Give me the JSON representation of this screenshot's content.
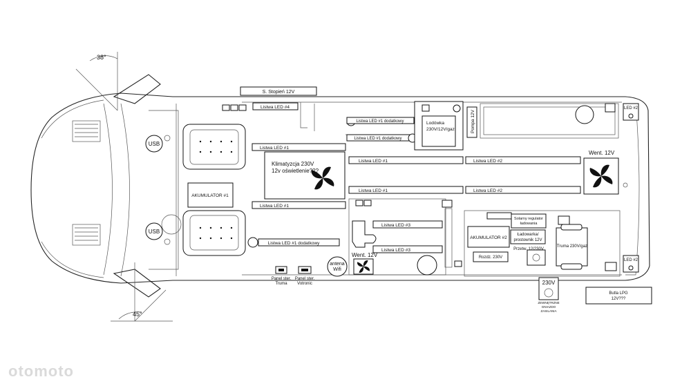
{
  "labels": {
    "stopien": "S. Stopień 12V",
    "led4": "Listwa LED #4",
    "led1_dod_top1": "Listwa LED #1 dodatkowy",
    "led1_dod_top2": "Listwa LED #1 dodatkowy",
    "led1_a": "Listwa LED #1",
    "led1_b": "Listwa LED #1",
    "led1_c": "Listwa LED #1",
    "led1_d": "Listwa LED #1",
    "led2_a": "Listwa LED #2",
    "led2_b": "Listwa LED #2",
    "led3_a": "Listwa LED #3",
    "led3_b": "Listwa LED #3",
    "led1_dod_bottom": "Listwa LED #1 dodatkowy",
    "klima_line1": "Klimatyzcja 230V",
    "klima_line2": "12v oświetlenie???",
    "lodowka_line1": "Lodówka",
    "lodowka_line2": "230V/12V/gaz",
    "pompa": "Pompa 12V",
    "went_right": "Went. 12V",
    "went_bottom": "Went. 12V",
    "akumulator1": "AKUMULATOR #1",
    "akumulator2": "AKUMULATOR #2",
    "usb1": "USB",
    "usb2": "USB",
    "antena_line1": "antena",
    "antena_line2": "Wifi",
    "panel_truma_line1": "Panel ster.",
    "panel_truma_line2": "Truma",
    "panel_votronic_line1": "Panel ster.",
    "panel_votronic_line2": "Votronic",
    "solar_line1": "Solarny regulator",
    "solar_line2": "ładowania",
    "ladowarka_line1": "Ładowarka/",
    "ladowarka_line2": "prostownik 12V",
    "przetw": "Przetw. 12/230V",
    "rozdz": "Rozdz. 230V",
    "truma": "Truma 230V/gaz",
    "v230": "230V",
    "zew_line1": "ZEWNĘTRZNE",
    "zew_line2": "GNIAZDO",
    "zew_line3": "ZASILANIA",
    "butla_line1": "Butla LPG",
    "butla_line2": "12V???",
    "led2_corner_top": "LED #2",
    "led2_corner_bottom": "LED #2",
    "angle_top": "38°",
    "angle_bottom": "45°",
    "watermark": "otomoto"
  }
}
